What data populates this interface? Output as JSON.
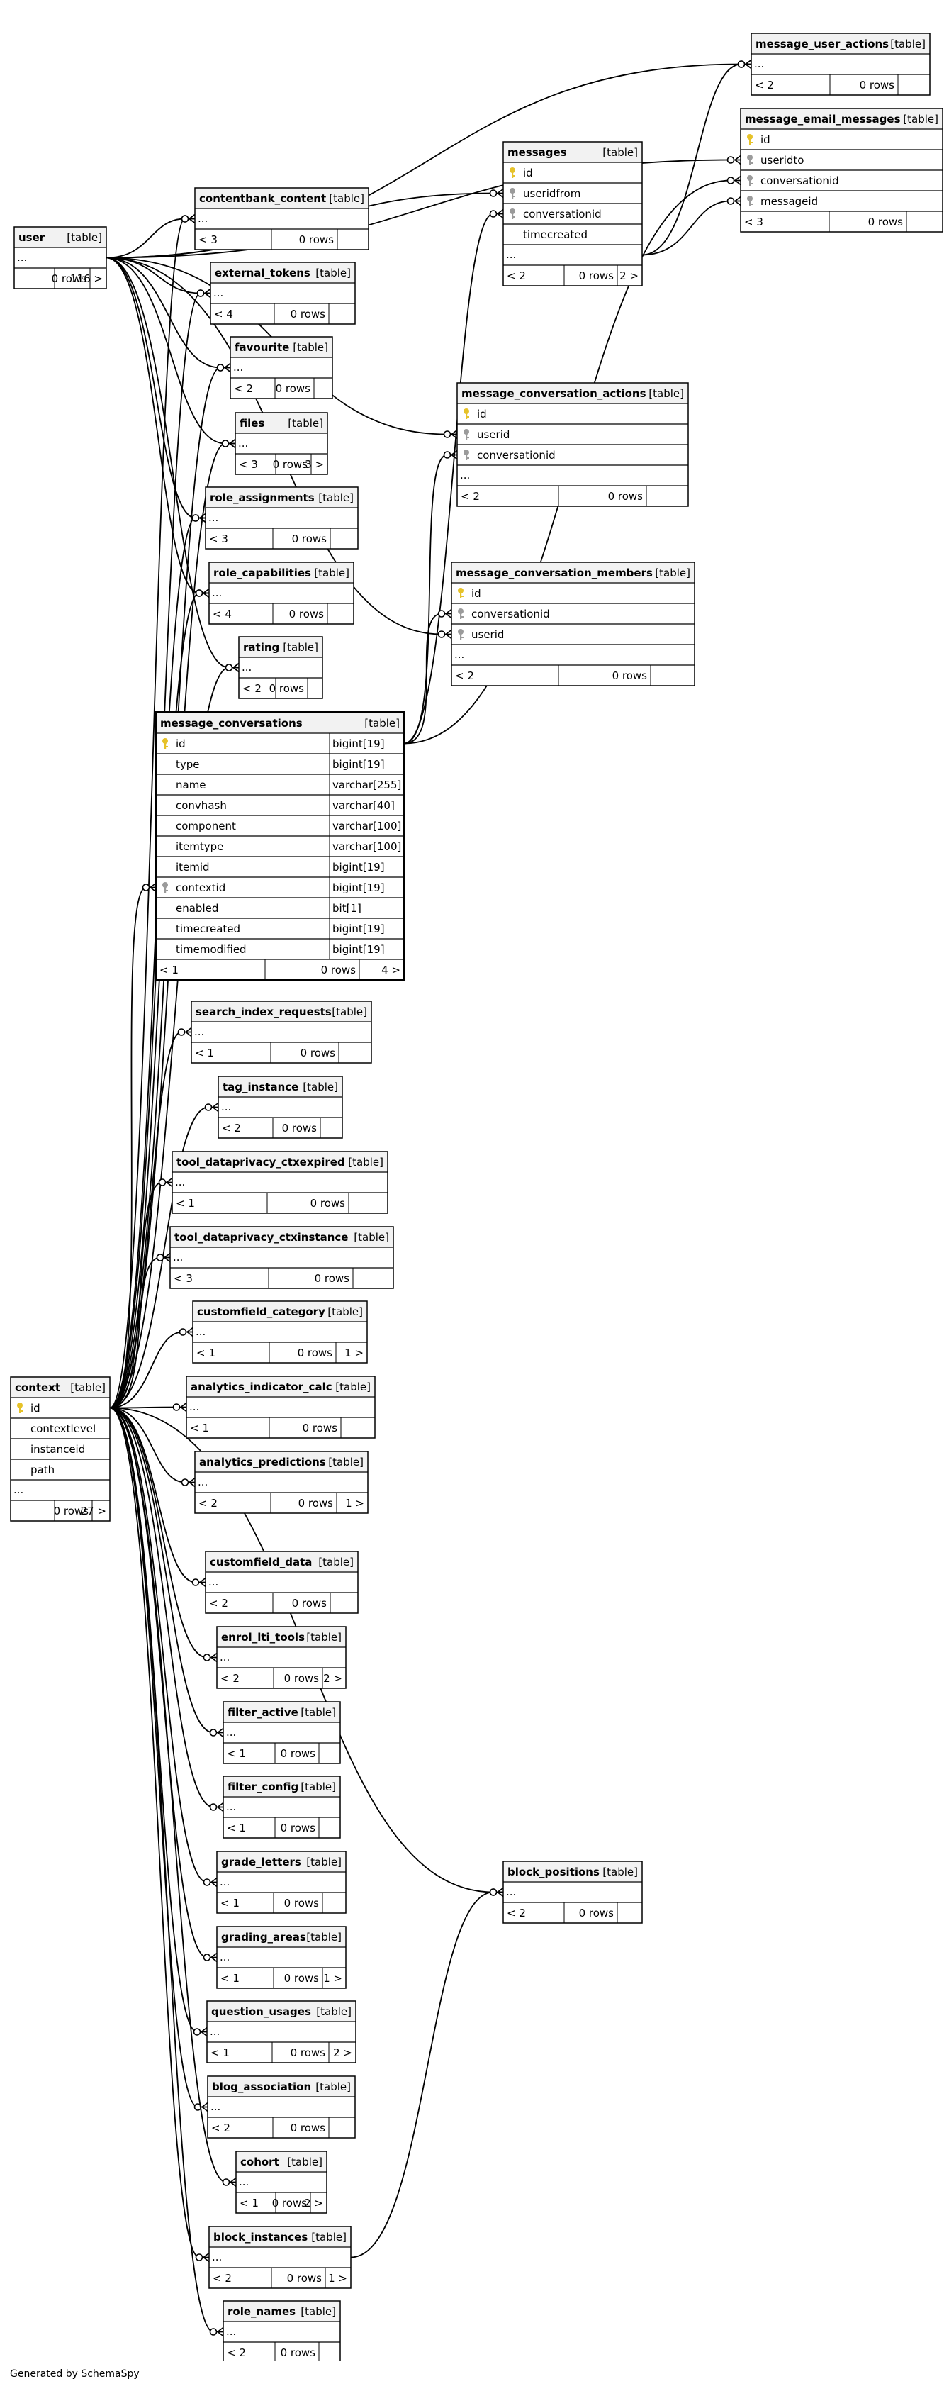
{
  "footer": "Generated by SchemaSpy",
  "colors": {
    "line": "#000000",
    "header_bg": "#f2f2f2",
    "key_icon": "#e6c229",
    "fk_icon": "#9b9b9b"
  },
  "tables": [
    {
      "id": "message_user_actions",
      "name": "message_user_actions",
      "tag": "[table]",
      "cols": [],
      "footer": [
        "< 2",
        "0 rows",
        ""
      ]
    },
    {
      "id": "message_email_messages",
      "name": "message_email_messages",
      "tag": "[table]",
      "cols": [
        {
          "n": "id",
          "k": "pk"
        },
        {
          "n": "useridto",
          "k": "fk"
        },
        {
          "n": "conversationid",
          "k": "fk"
        },
        {
          "n": "messageid",
          "k": "fk"
        }
      ],
      "showDots": false,
      "footer": [
        "< 3",
        "0 rows",
        ""
      ]
    },
    {
      "id": "messages",
      "name": "messages",
      "tag": "[table]",
      "cols": [
        {
          "n": "id",
          "k": "pk"
        },
        {
          "n": "useridfrom",
          "k": "fk"
        },
        {
          "n": "conversationid",
          "k": "fk"
        },
        {
          "n": "timecreated",
          "k": ""
        }
      ],
      "footer": [
        "< 2",
        "0 rows",
        "2 >"
      ]
    },
    {
      "id": "user",
      "name": "user",
      "tag": "[table]",
      "cols": [],
      "footer": [
        "",
        "0 rows",
        "116 >"
      ]
    },
    {
      "id": "contentbank_content",
      "name": "contentbank_content",
      "tag": "[table]",
      "cols": [],
      "footer": [
        "< 3",
        "0 rows",
        ""
      ]
    },
    {
      "id": "external_tokens",
      "name": "external_tokens",
      "tag": "[table]",
      "cols": [],
      "footer": [
        "< 4",
        "0 rows",
        ""
      ]
    },
    {
      "id": "favourite",
      "name": "favourite",
      "tag": "[table]",
      "cols": [],
      "footer": [
        "< 2",
        "0 rows",
        ""
      ]
    },
    {
      "id": "files",
      "name": "files",
      "tag": "[table]",
      "cols": [],
      "footer": [
        "< 3",
        "0 rows",
        "3 >"
      ]
    },
    {
      "id": "role_assignments",
      "name": "role_assignments",
      "tag": "[table]",
      "cols": [],
      "footer": [
        "< 3",
        "0 rows",
        ""
      ]
    },
    {
      "id": "role_capabilities",
      "name": "role_capabilities",
      "tag": "[table]",
      "cols": [],
      "footer": [
        "< 4",
        "0 rows",
        ""
      ]
    },
    {
      "id": "rating",
      "name": "rating",
      "tag": "[table]",
      "cols": [],
      "footer": [
        "< 2",
        "0 rows",
        ""
      ]
    },
    {
      "id": "message_conversation_actions",
      "name": "message_conversation_actions",
      "tag": "[table]",
      "cols": [
        {
          "n": "id",
          "k": "pk"
        },
        {
          "n": "userid",
          "k": "fk"
        },
        {
          "n": "conversationid",
          "k": "fk"
        }
      ],
      "footer": [
        "< 2",
        "0 rows",
        ""
      ]
    },
    {
      "id": "message_conversation_members",
      "name": "message_conversation_members",
      "tag": "[table]",
      "cols": [
        {
          "n": "id",
          "k": "pk"
        },
        {
          "n": "conversationid",
          "k": "fk"
        },
        {
          "n": "userid",
          "k": "fk"
        }
      ],
      "footer": [
        "< 2",
        "0 rows",
        ""
      ]
    },
    {
      "id": "message_conversations",
      "name": "message_conversations",
      "tag": "[table]",
      "focus": true,
      "cols": [
        {
          "n": "id",
          "k": "pk",
          "t": "bigint[19]"
        },
        {
          "n": "type",
          "k": "",
          "t": "bigint[19]"
        },
        {
          "n": "name",
          "k": "",
          "t": "varchar[255]"
        },
        {
          "n": "convhash",
          "k": "",
          "t": "varchar[40]"
        },
        {
          "n": "component",
          "k": "",
          "t": "varchar[100]"
        },
        {
          "n": "itemtype",
          "k": "",
          "t": "varchar[100]"
        },
        {
          "n": "itemid",
          "k": "",
          "t": "bigint[19]"
        },
        {
          "n": "contextid",
          "k": "fk",
          "t": "bigint[19]"
        },
        {
          "n": "enabled",
          "k": "",
          "t": "bit[1]"
        },
        {
          "n": "timecreated",
          "k": "",
          "t": "bigint[19]"
        },
        {
          "n": "timemodified",
          "k": "",
          "t": "bigint[19]"
        }
      ],
      "showDots": false,
      "footer": [
        "< 1",
        "0 rows",
        "4 >"
      ]
    },
    {
      "id": "search_index_requests",
      "name": "search_index_requests",
      "tag": "[table]",
      "cols": [],
      "footer": [
        "< 1",
        "0 rows",
        ""
      ]
    },
    {
      "id": "tag_instance",
      "name": "tag_instance",
      "tag": "[table]",
      "cols": [],
      "footer": [
        "< 2",
        "0 rows",
        ""
      ]
    },
    {
      "id": "tool_dataprivacy_ctxexpired",
      "name": "tool_dataprivacy_ctxexpired",
      "tag": "[table]",
      "cols": [],
      "footer": [
        "< 1",
        "0 rows",
        ""
      ]
    },
    {
      "id": "tool_dataprivacy_ctxinstance",
      "name": "tool_dataprivacy_ctxinstance",
      "tag": "[table]",
      "cols": [],
      "footer": [
        "< 3",
        "0 rows",
        ""
      ]
    },
    {
      "id": "customfield_category",
      "name": "customfield_category",
      "tag": "[table]",
      "cols": [],
      "footer": [
        "< 1",
        "0 rows",
        "1 >"
      ]
    },
    {
      "id": "analytics_indicator_calc",
      "name": "analytics_indicator_calc",
      "tag": "[table]",
      "cols": [],
      "footer": [
        "< 1",
        "0 rows",
        ""
      ]
    },
    {
      "id": "analytics_predictions",
      "name": "analytics_predictions",
      "tag": "[table]",
      "cols": [],
      "footer": [
        "< 2",
        "0 rows",
        "1 >"
      ]
    },
    {
      "id": "context",
      "name": "context",
      "tag": "[table]",
      "cols": [
        {
          "n": "id",
          "k": "pk"
        },
        {
          "n": "contextlevel",
          "k": ""
        },
        {
          "n": "instanceid",
          "k": ""
        },
        {
          "n": "path",
          "k": ""
        }
      ],
      "footer": [
        "",
        "0 rows",
        "27 >"
      ]
    },
    {
      "id": "customfield_data",
      "name": "customfield_data",
      "tag": "[table]",
      "cols": [],
      "footer": [
        "< 2",
        "0 rows",
        ""
      ]
    },
    {
      "id": "enrol_lti_tools",
      "name": "enrol_lti_tools",
      "tag": "[table]",
      "cols": [],
      "footer": [
        "< 2",
        "0 rows",
        "2 >"
      ]
    },
    {
      "id": "filter_active",
      "name": "filter_active",
      "tag": "[table]",
      "cols": [],
      "footer": [
        "< 1",
        "0 rows",
        ""
      ]
    },
    {
      "id": "filter_config",
      "name": "filter_config",
      "tag": "[table]",
      "cols": [],
      "footer": [
        "< 1",
        "0 rows",
        ""
      ]
    },
    {
      "id": "grade_letters",
      "name": "grade_letters",
      "tag": "[table]",
      "cols": [],
      "footer": [
        "< 1",
        "0 rows",
        ""
      ]
    },
    {
      "id": "grading_areas",
      "name": "grading_areas",
      "tag": "[table]",
      "cols": [],
      "footer": [
        "< 1",
        "0 rows",
        "1 >"
      ]
    },
    {
      "id": "question_usages",
      "name": "question_usages",
      "tag": "[table]",
      "cols": [],
      "footer": [
        "< 1",
        "0 rows",
        "2 >"
      ]
    },
    {
      "id": "blog_association",
      "name": "blog_association",
      "tag": "[table]",
      "cols": [],
      "footer": [
        "< 2",
        "0 rows",
        ""
      ]
    },
    {
      "id": "cohort",
      "name": "cohort",
      "tag": "[table]",
      "cols": [],
      "footer": [
        "< 1",
        "0 rows",
        "2 >"
      ]
    },
    {
      "id": "block_instances",
      "name": "block_instances",
      "tag": "[table]",
      "cols": [],
      "footer": [
        "< 2",
        "0 rows",
        "1 >"
      ]
    },
    {
      "id": "role_names",
      "name": "role_names",
      "tag": "[table]",
      "cols": [],
      "footer": [
        "< 2",
        "0 rows",
        ""
      ]
    },
    {
      "id": "block_positions",
      "name": "block_positions",
      "tag": "[table]",
      "cols": [],
      "footer": [
        "< 2",
        "0 rows",
        ""
      ]
    }
  ],
  "relations": [
    {
      "from": "user",
      "to": "message_user_actions"
    },
    {
      "from": "user",
      "to": "message_email_messages",
      "col": "useridto"
    },
    {
      "from": "message_conversations",
      "to": "message_email_messages",
      "col": "conversationid"
    },
    {
      "from": "messages",
      "to": "message_email_messages",
      "col": "messageid"
    },
    {
      "from": "messages",
      "to": "message_user_actions"
    },
    {
      "from": "user",
      "to": "messages",
      "col": "useridfrom"
    },
    {
      "from": "message_conversations",
      "to": "messages",
      "col": "conversationid"
    },
    {
      "from": "user",
      "to": "contentbank_content"
    },
    {
      "from": "context",
      "to": "contentbank_content"
    },
    {
      "from": "user",
      "to": "external_tokens"
    },
    {
      "from": "context",
      "to": "external_tokens"
    },
    {
      "from": "user",
      "to": "favourite"
    },
    {
      "from": "context",
      "to": "favourite"
    },
    {
      "from": "user",
      "to": "files"
    },
    {
      "from": "context",
      "to": "files"
    },
    {
      "from": "user",
      "to": "role_assignments"
    },
    {
      "from": "context",
      "to": "role_assignments"
    },
    {
      "from": "user",
      "to": "role_capabilities"
    },
    {
      "from": "context",
      "to": "role_capabilities"
    },
    {
      "from": "user",
      "to": "rating"
    },
    {
      "from": "context",
      "to": "rating"
    },
    {
      "from": "user",
      "to": "message_conversation_actions",
      "col": "userid"
    },
    {
      "from": "message_conversations",
      "to": "message_conversation_actions",
      "col": "conversationid"
    },
    {
      "from": "user",
      "to": "message_conversation_members",
      "col": "userid"
    },
    {
      "from": "message_conversations",
      "to": "message_conversation_members",
      "col": "conversationid"
    },
    {
      "from": "context",
      "to": "message_conversations",
      "col": "contextid"
    },
    {
      "from": "context",
      "to": "search_index_requests"
    },
    {
      "from": "context",
      "to": "tag_instance"
    },
    {
      "from": "context",
      "to": "tool_dataprivacy_ctxexpired"
    },
    {
      "from": "context",
      "to": "tool_dataprivacy_ctxinstance"
    },
    {
      "from": "context",
      "to": "customfield_category"
    },
    {
      "from": "context",
      "to": "analytics_indicator_calc"
    },
    {
      "from": "context",
      "to": "analytics_predictions"
    },
    {
      "from": "context",
      "to": "customfield_data"
    },
    {
      "from": "context",
      "to": "enrol_lti_tools"
    },
    {
      "from": "context",
      "to": "filter_active"
    },
    {
      "from": "context",
      "to": "filter_config"
    },
    {
      "from": "context",
      "to": "grade_letters"
    },
    {
      "from": "context",
      "to": "grading_areas"
    },
    {
      "from": "context",
      "to": "question_usages"
    },
    {
      "from": "context",
      "to": "blog_association"
    },
    {
      "from": "context",
      "to": "cohort"
    },
    {
      "from": "context",
      "to": "block_instances"
    },
    {
      "from": "context",
      "to": "role_names"
    },
    {
      "from": "context",
      "to": "block_positions"
    },
    {
      "from": "block_instances",
      "to": "block_positions"
    }
  ]
}
